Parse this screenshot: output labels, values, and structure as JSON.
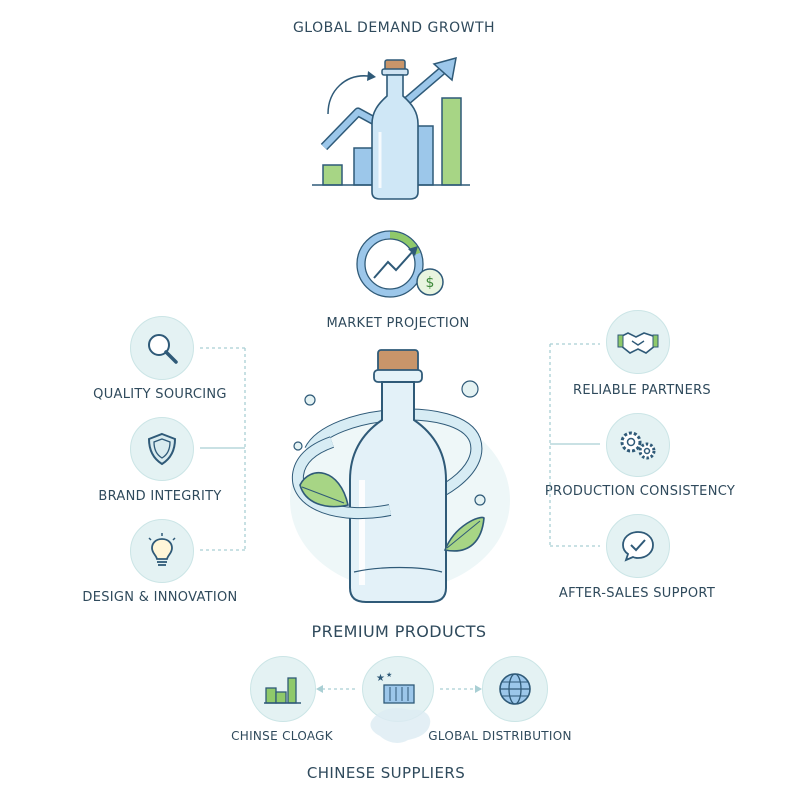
{
  "top": {
    "title": "GLOBAL DEMAND GROWTH"
  },
  "market": {
    "label": "MARKET PROJECTION",
    "currency_symbol": "$"
  },
  "left_column": [
    {
      "label": "QUALITY SOURCING",
      "icon": "magnifier-icon"
    },
    {
      "label": "BRAND INTEGRITY",
      "icon": "shield-icon"
    },
    {
      "label": "DESIGN & INNOVATION",
      "icon": "lightbulb-icon"
    }
  ],
  "right_column": [
    {
      "label": "RELIABLE PARTNERS",
      "icon": "handshake-icon"
    },
    {
      "label": "PRODUCTION CONSISTENCY",
      "icon": "gears-icon"
    },
    {
      "label": "AFTER-SALES SUPPORT",
      "icon": "chat-check-icon"
    }
  ],
  "center": {
    "label": "PREMIUM PRODUCTS"
  },
  "bottom": {
    "left_label": "CHINSE CLOAGK",
    "right_label": "GLOBAL DISTRIBUTION",
    "footer": "CHINESE SUPPLIERS"
  },
  "colors": {
    "navy": "#2f5a78",
    "teal": "#cfe7e8",
    "green": "#8fc96a",
    "blue_bar": "#9cc7ea",
    "cork": "#c8956a"
  }
}
